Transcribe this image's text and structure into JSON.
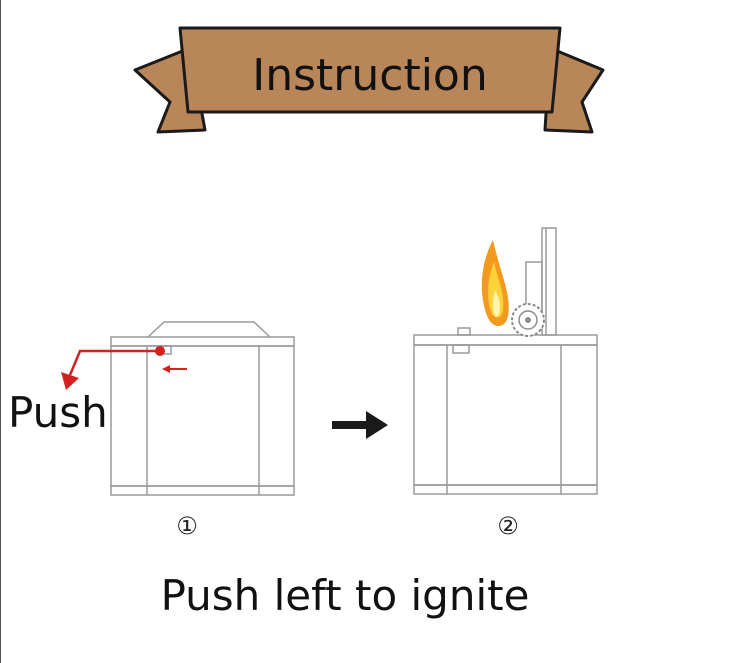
{
  "banner": {
    "title": "Instruction",
    "color": "#b88659"
  },
  "steps": [
    {
      "number": "①",
      "action_label": "Push"
    },
    {
      "number": "②"
    }
  ],
  "caption": "Push left to ignite",
  "colors": {
    "accent": "#d42020",
    "outline": "#9a9a9a",
    "flame": "#f39a1e"
  },
  "icons": {
    "push_arrow": "red-bent-arrow-icon",
    "slide_arrow": "red-left-arrow-icon",
    "next_arrow": "black-right-arrow-icon",
    "flame": "flame-icon"
  }
}
